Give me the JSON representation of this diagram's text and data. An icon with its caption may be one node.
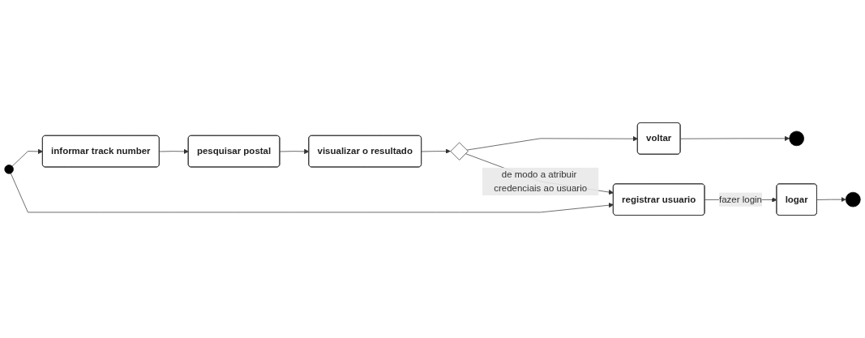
{
  "diagram": {
    "nodes": [
      {
        "text": [],
        "shape": "circle"
      },
      {
        "text": [
          "informar track number"
        ]
      },
      {
        "text": [
          "pesquisar postal"
        ]
      },
      {
        "text": [
          "visualizar o resultado"
        ]
      },
      {
        "text": [],
        "shape": "diamond"
      },
      {
        "text": [
          "registrar usuario"
        ]
      },
      {
        "text": [
          "voltar"
        ]
      },
      {
        "text": [],
        "shape": "circle"
      },
      {
        "text": [
          "logar"
        ]
      },
      {
        "text": [],
        "shape": "circle"
      }
    ],
    "edges": [
      {
        "from": 0,
        "to": 1,
        "arrow": "to"
      },
      {
        "from": 1,
        "to": 2,
        "arrow": "to"
      },
      {
        "from": 2,
        "to": 3,
        "arrow": "to"
      },
      {
        "from": 3,
        "to": 4,
        "arrow": "to"
      },
      {
        "from": 4,
        "to": 5,
        "arrow": "to",
        "label": "de modo a atribuir credenciais ao usuario"
      },
      {
        "from": 4,
        "to": 6,
        "arrow": "to"
      },
      {
        "from": 6,
        "to": 7,
        "arrow": "to"
      },
      {
        "from": 0,
        "to": 5,
        "arrow": "to"
      },
      {
        "from": 5,
        "to": 8,
        "arrow": "to",
        "label": "fazer login"
      },
      {
        "from": 8,
        "to": 9,
        "arrow": "to"
      }
    ]
  }
}
